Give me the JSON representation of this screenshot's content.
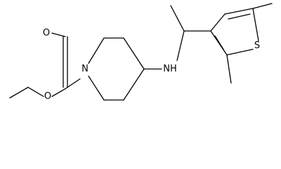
{
  "molecule": {
    "atoms": {
      "carbonyl_oxygen": "O",
      "ester_oxygen": "O",
      "piperidine_nitrogen": "N",
      "amine_nh": "NH",
      "thiophene_sulfur": "S"
    }
  },
  "colors": {
    "bond": "#000000",
    "background": "#ffffff"
  }
}
